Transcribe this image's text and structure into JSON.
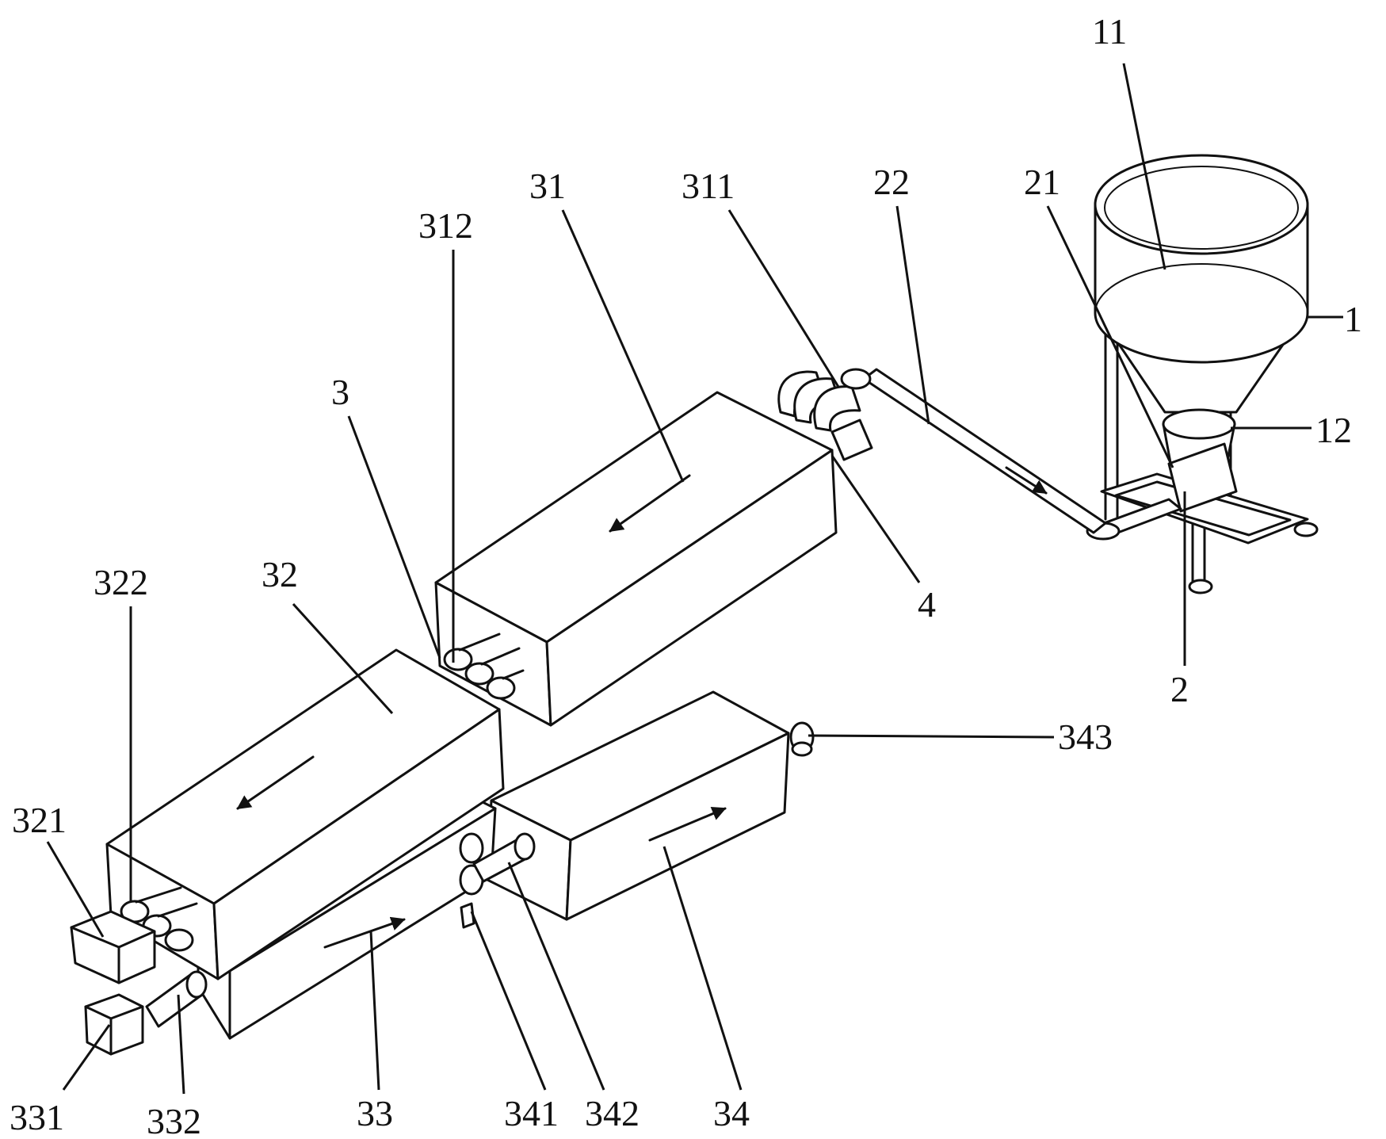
{
  "labels": {
    "l11": "11",
    "l1": "1",
    "l12": "12",
    "l21": "21",
    "l22": "22",
    "l2": "2",
    "l311": "311",
    "l4": "4",
    "l31": "31",
    "l312": "312",
    "l3": "3",
    "l32": "32",
    "l322": "322",
    "l321": "321",
    "l331": "331",
    "l332": "332",
    "l33": "33",
    "l341": "341",
    "l342": "342",
    "l34": "34",
    "l343": "343"
  },
  "colors": {
    "ink": "#111111",
    "paper": "#ffffff"
  }
}
